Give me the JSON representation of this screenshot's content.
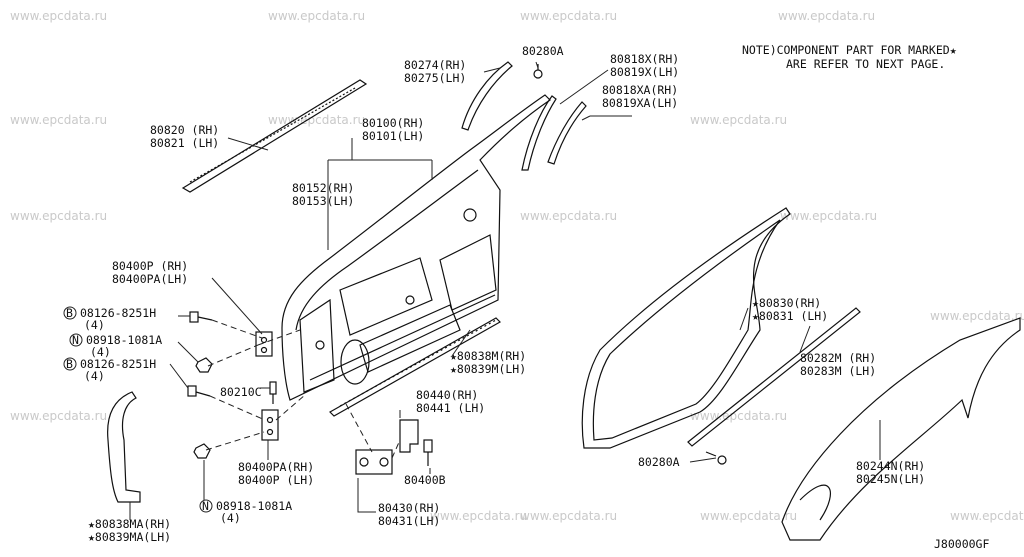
{
  "watermark": "www.epcdata.ru",
  "note": {
    "line1": "NOTE)COMPONENT PART FOR MARKED★",
    "line2": "ARE REFER TO NEXT PAGE."
  },
  "diagram_code": "J80000GF",
  "callouts": {
    "c80280a_top": "80280A",
    "c80274": "80274(RH)",
    "c80275": "80275(LH)",
    "c80818x": "80818X(RH)",
    "c80819x": "80819X(LH)",
    "c80818xa": "80818XA(RH)",
    "c80819xa": "80819XA(LH)",
    "c80820": "80820 (RH)",
    "c80821": "80821 (LH)",
    "c80100": "80100(RH)",
    "c80101": "80101(LH)",
    "c80152": "80152(RH)",
    "c80153": "80153(LH)",
    "c80400p": "80400P (RH)",
    "c80400pa": "80400PA(LH)",
    "c08126a": "08126-8251H",
    "c08126a_qty": "(4)",
    "c08918a": "08918-1081A",
    "c08918a_qty": "(4)",
    "c08126b": "08126-8251H",
    "c08126b_qty": "(4)",
    "c80210c": "80210C",
    "c80838m": "★80838M(RH)",
    "c80839m": "★80839M(LH)",
    "c80440": "80440(RH)",
    "c80441": "80441 (LH)",
    "c80400pa_b": "80400PA(RH)",
    "c80400p_b": "80400P (LH)",
    "c80400b": "80400B",
    "c08918b": "08918-1081A",
    "c08918b_qty": "(4)",
    "c80838ma": "★80838MA(RH)",
    "c80839ma": "★80839MA(LH)",
    "c80430": "80430(RH)",
    "c80431": "80431(LH)",
    "c80830": "★80830(RH)",
    "c80831": "★80831 (LH)",
    "c80282m": "80282M (RH)",
    "c80283m": "80283M (LH)",
    "c80280a_bot": "80280A",
    "c80244n": "80244N(RH)",
    "c80245n": "80245N(LH)"
  },
  "symbols": {
    "bolt": "B",
    "nut": "N"
  }
}
